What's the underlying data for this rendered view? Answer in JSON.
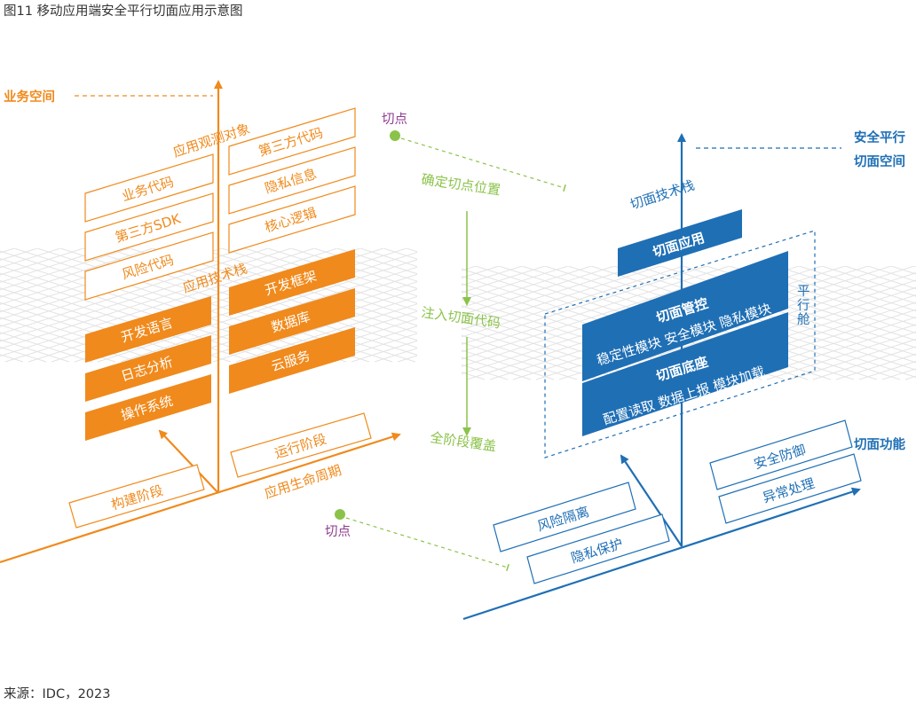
{
  "figure": {
    "title": "图11 移动应用端安全平行切面应用示意图",
    "source": "来源：IDC，2023"
  },
  "colors": {
    "orange": "#F08A1C",
    "blue": "#1F6FB5",
    "green": "#8BC34A",
    "purple": "#8E3A8E",
    "grid": "#E3E3E3",
    "text_gray": "#333333"
  },
  "left": {
    "axis_label": "业务空间",
    "observation_label": "应用观测对象",
    "observation_left": [
      "业务代码",
      "第三方SDK",
      "风险代码"
    ],
    "observation_right": [
      "第三方代码",
      "隐私信息",
      "核心逻辑"
    ],
    "tech_stack_label": "应用技术栈",
    "tech_left": [
      "开发语言",
      "日志分析",
      "操作系统"
    ],
    "tech_right": [
      "开发框架",
      "数据库",
      "云服务"
    ],
    "lifecycle_label": "应用生命周期",
    "stage_build": "构建阶段",
    "stage_run": "运行阶段"
  },
  "middle": {
    "cut_point_top": "切点",
    "cut_point_bottom": "切点",
    "step1": "确定切点位置",
    "step2": "注入切面代码",
    "step3": "全阶段覆盖"
  },
  "right": {
    "axis_label_line1": "安全平行",
    "axis_label_line2": "切面空间",
    "tech_stack_label": "切面技术栈",
    "app_label": "切面应用",
    "control_title": "切面管控",
    "control_modules": "稳定性模块 安全模块 隐私模块",
    "base_title": "切面底座",
    "base_modules": "配置读取 数据上报 模块加载",
    "cabin_label": "平行舱",
    "function_label": "切面功能",
    "func_left": [
      "风险隔离",
      "隐私保护"
    ],
    "func_right": [
      "安全防御",
      "异常处理"
    ]
  }
}
